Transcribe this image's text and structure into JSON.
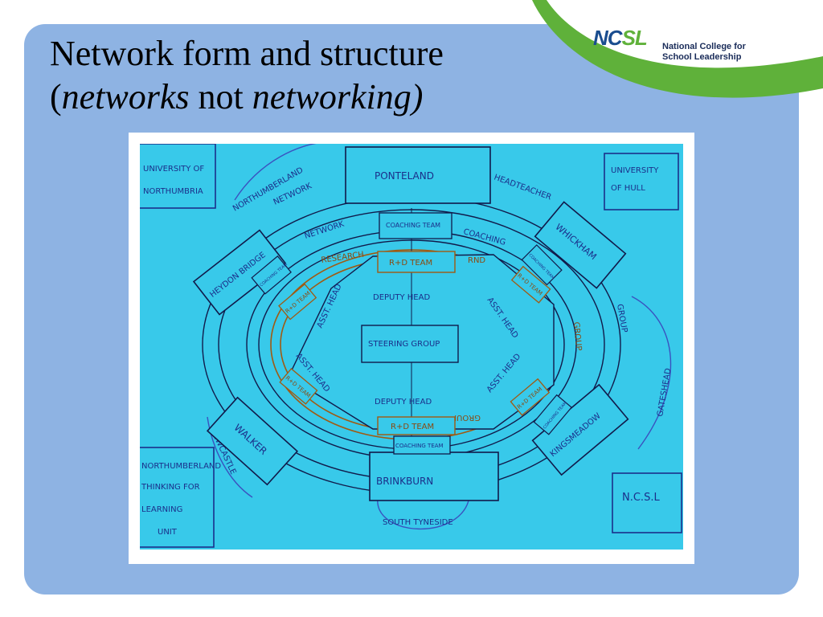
{
  "title": {
    "line1": "Network form and structure",
    "open_paren": "(",
    "networks": "networks",
    "not": " not ",
    "networking": "networking)"
  },
  "logo": {
    "mark_nc": "NC",
    "mark_sl": "SL",
    "line1": "National College for",
    "line2": "School Leadership"
  },
  "diagram": {
    "external_boxes": {
      "northumbria": [
        "UNIVERSITY OF",
        "NORTHUMBRIA"
      ],
      "hull": [
        "UNIVERSITY",
        "OF HULL"
      ],
      "northumberland_thinking": [
        "NORTHUMBERLAND",
        "THINKING FOR",
        "LEARNING",
        "UNIT"
      ],
      "ncsl": "N.C.S.L"
    },
    "regions": {
      "northumberland": "NORTHUMBERLAND",
      "gateshead": "GATESHEAD",
      "newcastle": "NEWCASTLE",
      "south_tyneside": "SOUTH TYNESIDE"
    },
    "schools": {
      "ponteland": "PONTELAND",
      "whickham": "WHICKHAM",
      "kingsmeadow": "KINGSMEADOW",
      "brinkburn": "BRINKBURN",
      "walker": "WALKER",
      "heaton_bridge": "HEYDON BRIDGE"
    },
    "ring_labels": {
      "network_outer": "NETWORK",
      "headteacher": "HEADTEACHER",
      "group_outer": "GROUP",
      "network_inner": "NETWORK",
      "coaching": "COACHING",
      "research": "RESEARCH",
      "rnd": "RND",
      "group_inner": "GROUP",
      "group_bottom": "GROUP"
    },
    "team_boxes": {
      "coaching_top": "COACHING TEAM",
      "coaching_bottom": "COACHING TEAM",
      "coaching_left": "COACHING TEAM",
      "coaching_right": "COACHING TEAM",
      "coaching_bottom_right": "COACHING TEAM",
      "rd_top": "R+D TEAM",
      "rd_bottom": "R+D TEAM",
      "rd_left_top": "R+D TEAM",
      "rd_left_bottom": "R+D TEAM",
      "rd_right_top": "R+D TEAM",
      "rd_right_bottom": "R+D TEAM"
    },
    "inner": {
      "steering_group": "STEERING GROUP",
      "deputy_head_top": "DEPUTY HEAD",
      "deputy_head_bottom": "DEPUTY HEAD",
      "asst_head_tl": "ASST. HEAD",
      "asst_head_tr": "ASST. HEAD",
      "asst_head_bl": "ASST. HEAD",
      "asst_head_br": "ASST. HEAD"
    }
  },
  "colors": {
    "panel": "#8eb3e3",
    "swoosh_green": "#5fb13a",
    "paper": "#38c9ea",
    "ink": "#1b2f8a",
    "brown_ink": "#8a4a10"
  }
}
